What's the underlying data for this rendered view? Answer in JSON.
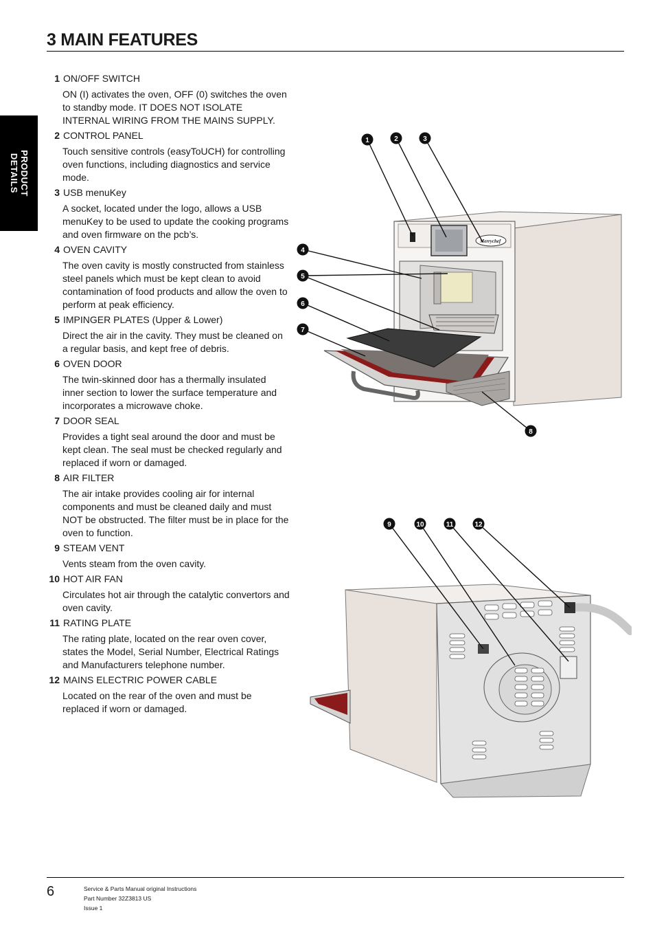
{
  "page": {
    "title": "3  MAIN FEATURES",
    "side_tab": {
      "line1": "PRODUCT",
      "line2": "DETAILS"
    }
  },
  "features": [
    {
      "num": "1",
      "label": "ON/OFF SWITCH",
      "desc": "ON (I) activates the oven, OFF (0) switches the oven to standby mode. IT DOES NOT ISOLATE INTERNAL WIRING FROM THE MAINS SUPPLY."
    },
    {
      "num": "2",
      "label": "CONTROL PANEL",
      "desc": "Touch sensitive controls (easyToUCH) for controlling oven functions, including diagnostics and service mode."
    },
    {
      "num": "3",
      "label": "USB menuKey",
      "desc": "A socket, located under the logo, allows a USB menuKey to be used to update the cooking programs and oven firmware on the pcb’s."
    },
    {
      "num": "4",
      "label": "OVEN CAVITY",
      "desc": "The oven cavity is mostly constructed from stainless steel panels which must be kept clean to avoid contamination of food products and allow the oven to perform at peak efficiency."
    },
    {
      "num": "5",
      "label": "IMPINGER PLATES (Upper & Lower)",
      "desc": "Direct the air in the cavity. They must be cleaned on a regular basis, and kept free of debris."
    },
    {
      "num": "6",
      "label": "OVEN DOOR",
      "desc": "The twin-skinned door has a thermally insulated inner section to lower the surface temperature and incorporates a microwave choke."
    },
    {
      "num": "7",
      "label": "DOOR SEAL",
      "desc": "Provides a tight seal around the door and must be kept clean. The seal must be checked regularly and replaced if worn or damaged."
    },
    {
      "num": "8",
      "label": "AIR FILTER",
      "desc": "The air intake provides cooling air for internal components and must be cleaned daily and must NOT be obstructed. The filter must be in place for the oven to function."
    },
    {
      "num": "9",
      "label": "STEAM VENT",
      "desc": "Vents steam from the oven cavity."
    },
    {
      "num": "10",
      "label": "HOT AIR FAN",
      "desc": "Circulates hot air through the catalytic convertors and oven cavity."
    },
    {
      "num": "11",
      "label": "RATING PLATE",
      "desc": "The rating plate, located on the rear oven cover, states the Model, Serial Number, Electrical Ratings and Manufacturers telephone number."
    },
    {
      "num": "12",
      "label": "MAINS ELECTRIC POWER CABLE",
      "desc": "Located on the rear of the oven and must be replaced if worn or damaged."
    }
  ],
  "figures": {
    "front": {
      "brand": "Merrychef",
      "callouts": [
        "1",
        "2",
        "3",
        "4",
        "5",
        "6",
        "7",
        "8"
      ]
    },
    "rear": {
      "callouts": [
        "9",
        "10",
        "11",
        "12"
      ]
    }
  },
  "footer": {
    "page_number": "6",
    "line1": "Service & Parts Manual original Instructions",
    "line2": "Part Number 32Z3813 US",
    "line3": "Issue 1"
  },
  "colors": {
    "seal_red": "#8b1a1a",
    "tab_bg": "#000000",
    "oven_body": "#eae4e0"
  }
}
